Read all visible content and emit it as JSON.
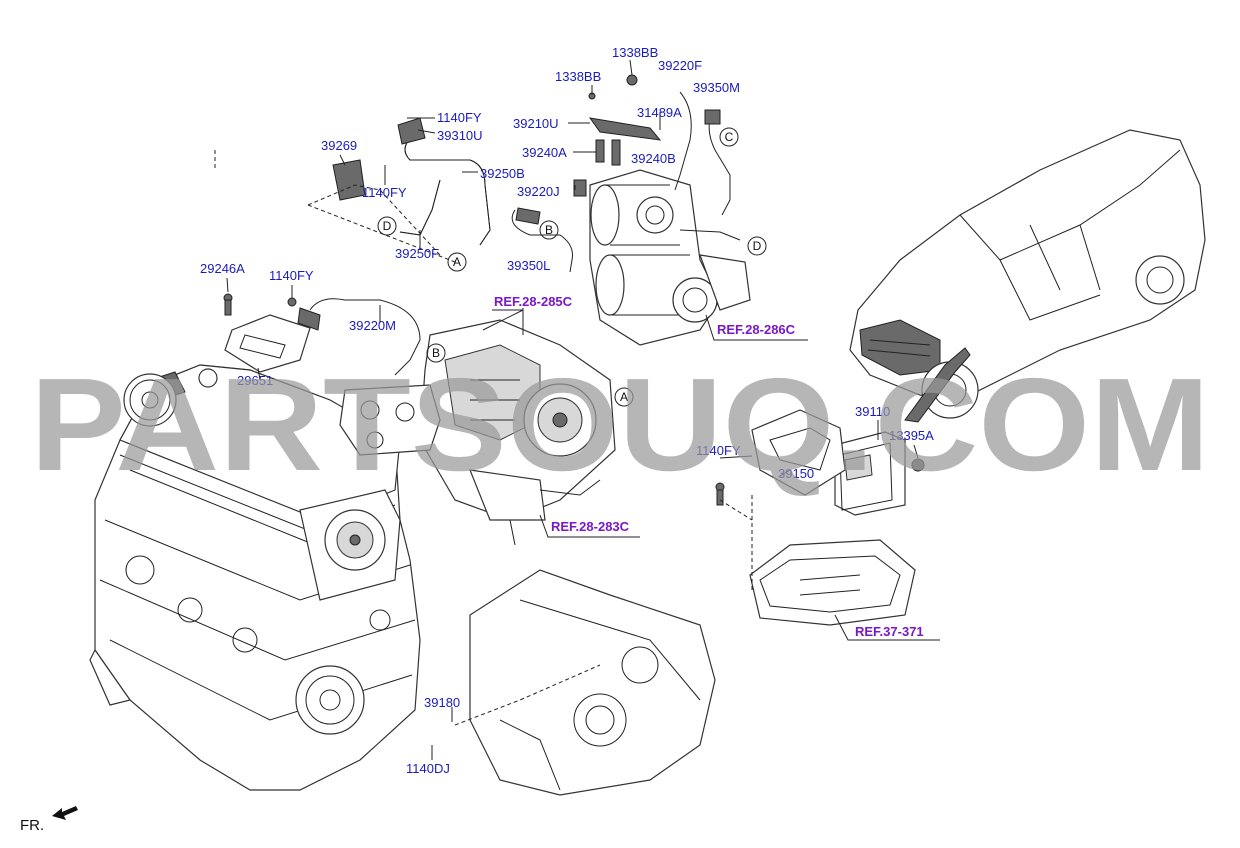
{
  "watermark": "PARTSOUQ.COM",
  "parts": {
    "p1338BB_a": "1338BB",
    "p1338BB_b": "1338BB",
    "p39220F": "39220F",
    "p39350M": "39350M",
    "p31489A": "31489A",
    "p39210U": "39210U",
    "p39240A": "39240A",
    "p39240B": "39240B",
    "p39220J": "39220J",
    "p1140FY_a": "1140FY",
    "p39310U": "39310U",
    "p39269": "39269",
    "p39250B": "39250B",
    "p1140FY_b": "1140FY",
    "p39250F": "39250F",
    "p39350L": "39350L",
    "p29246A": "29246A",
    "p1140FY_c": "1140FY",
    "p39220M": "39220M",
    "p29651": "29651",
    "p39110": "39110",
    "p13395A": "13395A",
    "p1140FY_d": "1140FY",
    "p39150": "39150",
    "p39180": "39180",
    "p1140DJ": "1140DJ"
  },
  "refs": {
    "r285C": "REF.28-285C",
    "r286C": "REF.28-286C",
    "r283C": "REF.28-283C",
    "r371": "REF.37-371"
  },
  "callouts": {
    "A": "A",
    "B": "B",
    "C": "C",
    "D": "D"
  },
  "orientation": "FR."
}
